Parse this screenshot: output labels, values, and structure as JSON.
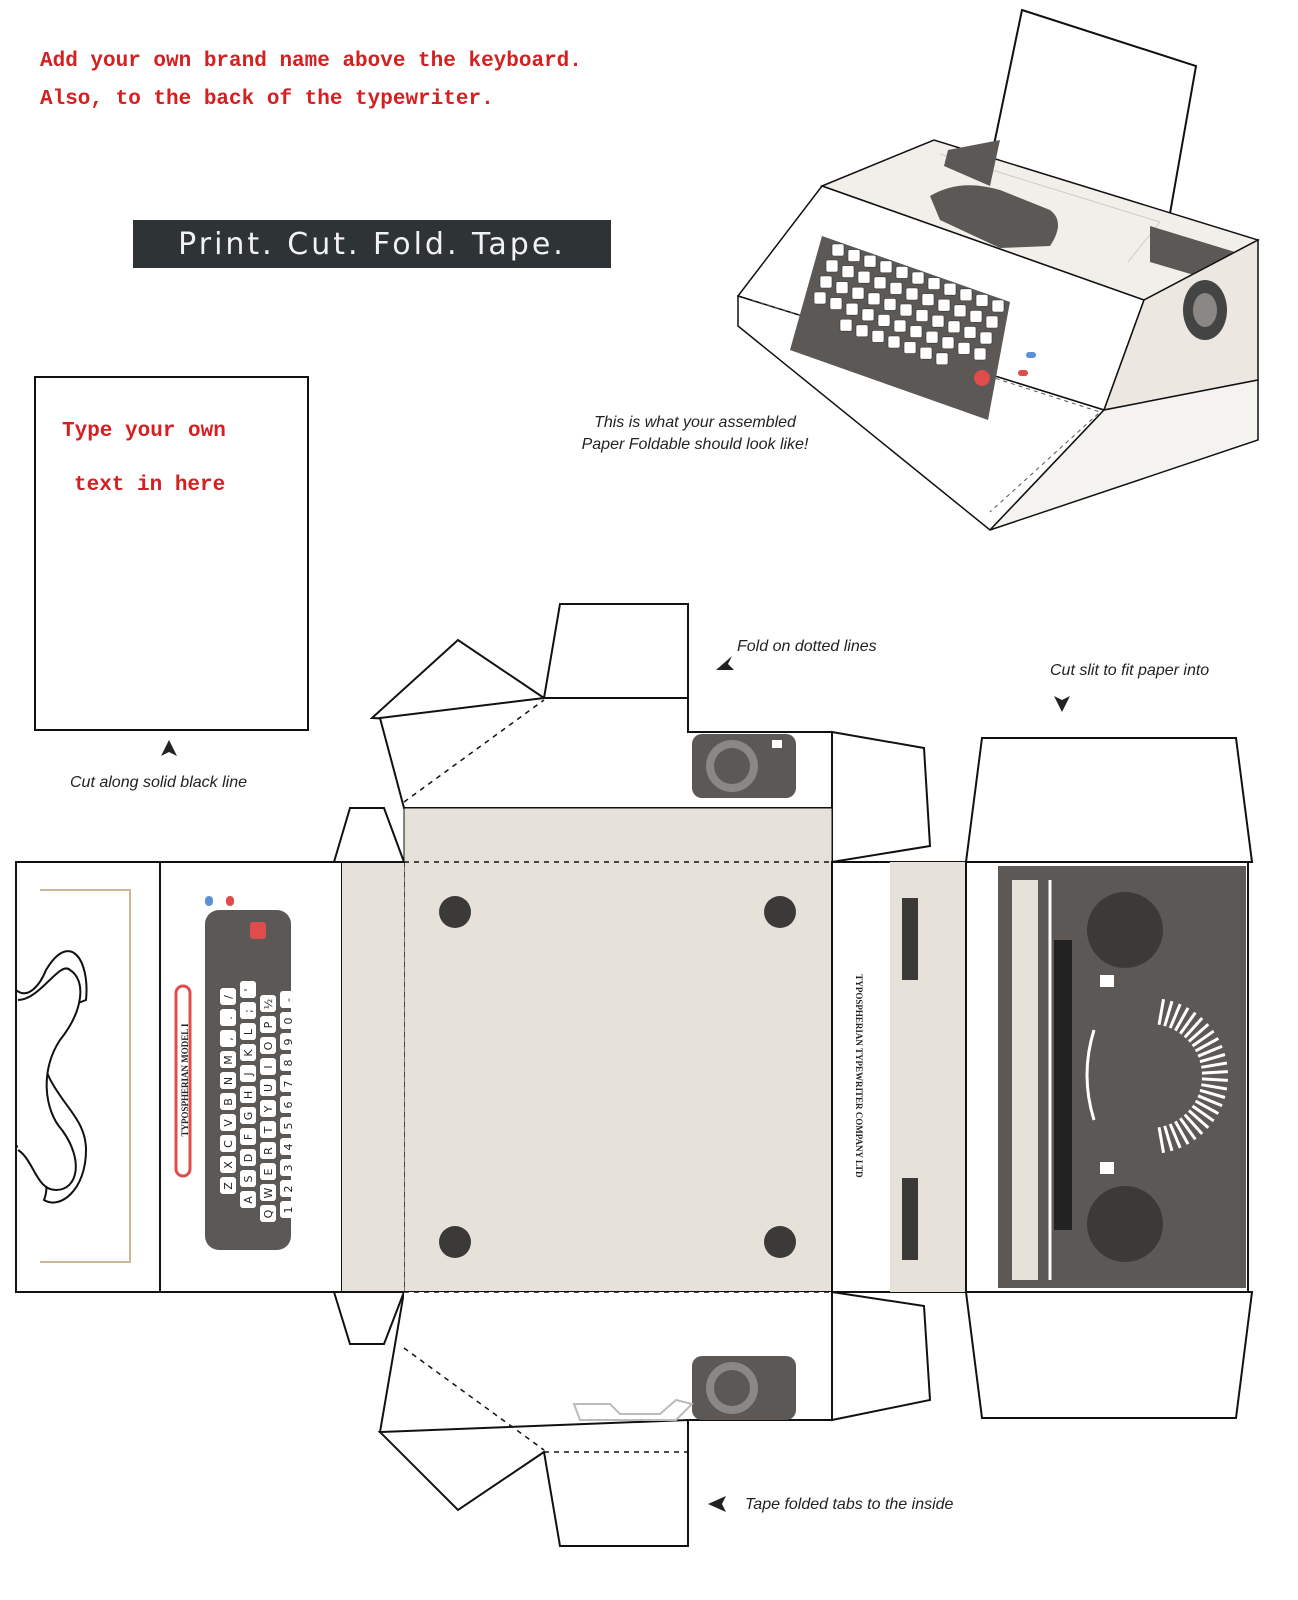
{
  "header": {
    "line1": "Add your own brand name above the keyboard.",
    "line2": "Also, to the back of the typewriter."
  },
  "banner": {
    "text": "Print. Cut. Fold. Tape."
  },
  "paper": {
    "line1": "Type your own",
    "line2": "text in here"
  },
  "notes": {
    "assembled_line1": "This is what your assembled",
    "assembled_line2": "Paper Foldable should look like!",
    "cut_line": "Cut along solid black line",
    "fold_lines": "Fold on dotted lines",
    "cut_slit": "Cut slit to fit paper into",
    "tape_tabs": "Tape folded tabs to the inside"
  },
  "template": {
    "model_label": "TYPOSPHERIAN MODEL I",
    "company_label": "TYPOSPHERIAN TYPEWRITER COMPANY LTD"
  },
  "keyboard": {
    "row_digits": [
      "1",
      "2",
      "3",
      "4",
      "5",
      "6",
      "7",
      "8",
      "9",
      "0",
      "-"
    ],
    "row_q": [
      "Q",
      "W",
      "E",
      "R",
      "T",
      "Y",
      "U",
      "I",
      "O",
      "P",
      "½"
    ],
    "row_a": [
      "A",
      "S",
      "D",
      "F",
      "G",
      "H",
      "J",
      "K",
      "L",
      ";",
      "'"
    ],
    "row_z": [
      "Z",
      "X",
      "C",
      "V",
      "B",
      "N",
      "M",
      ",",
      ".",
      "/"
    ]
  },
  "colors": {
    "instruction_red": "#d42020",
    "banner_bg": "#2e3336",
    "body_beige": "#e7e2d9",
    "dark_gray": "#5c5856",
    "ribbon_blue": "#5b8fd6",
    "ribbon_red": "#e04b4b"
  }
}
